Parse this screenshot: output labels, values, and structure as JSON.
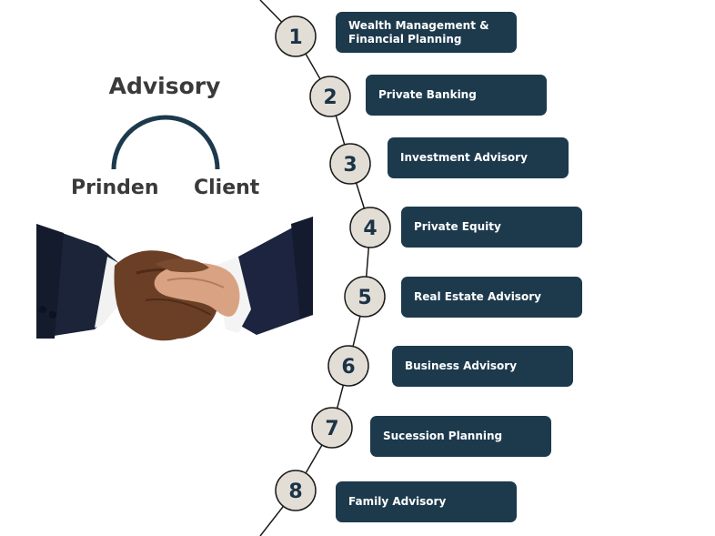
{
  "title": "Advisory",
  "parties": {
    "left": "Prinden",
    "right": "Client"
  },
  "image": {
    "subject": "handshake"
  },
  "colors": {
    "box": "#1d3a4d",
    "circle_fill": "#e2ded6",
    "circle_stroke": "#1a1a1a",
    "arc": "#1d3a4d",
    "text_dark": "#3a3a3a"
  },
  "services": [
    {
      "number": "1",
      "label": "Wealth Management & Financial Planning"
    },
    {
      "number": "2",
      "label": "Private Banking"
    },
    {
      "number": "3",
      "label": "Investment Advisory"
    },
    {
      "number": "4",
      "label": "Private Equity"
    },
    {
      "number": "5",
      "label": "Real Estate Advisory"
    },
    {
      "number": "6",
      "label": "Business Advisory"
    },
    {
      "number": "7",
      "label": "Sucession Planning"
    },
    {
      "number": "8",
      "label": "Family Advisory"
    }
  ]
}
